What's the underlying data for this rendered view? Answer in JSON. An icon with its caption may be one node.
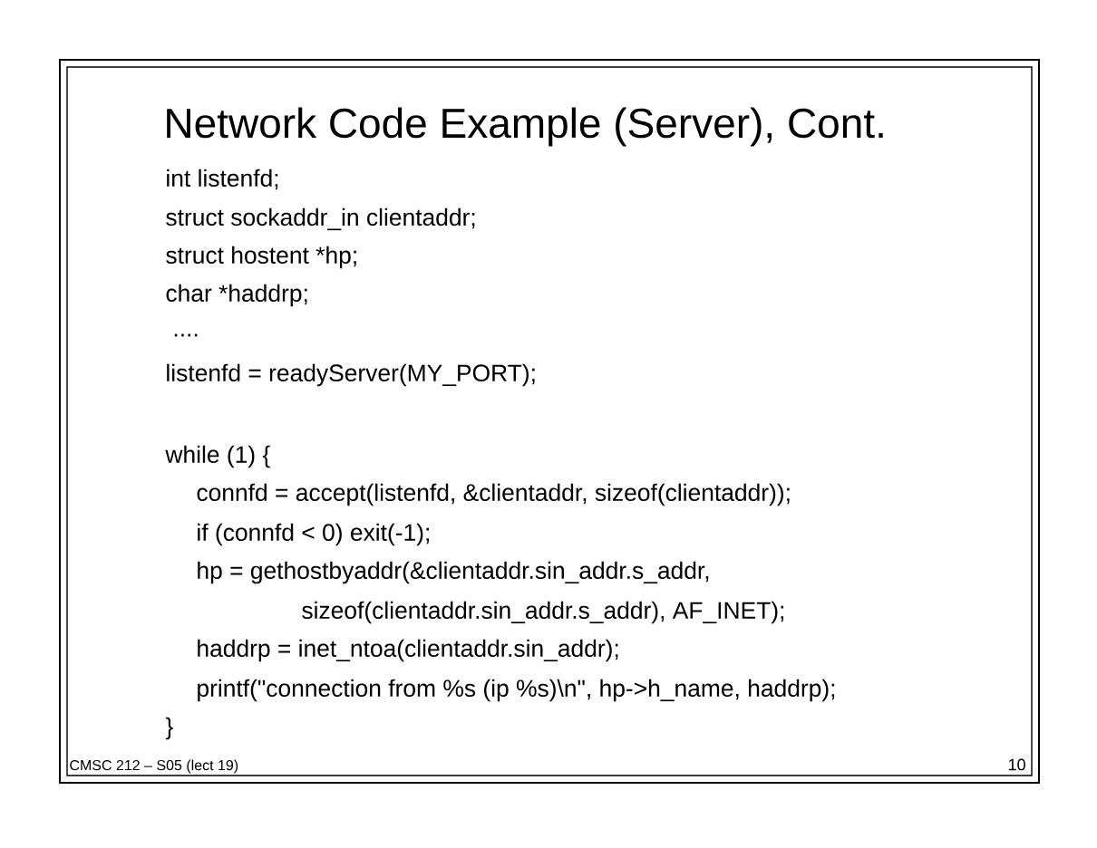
{
  "diagram": {
    "title": "Network Code Example (Server), Cont.",
    "labels": [
      "int listenfd;",
      "struct sockaddr_in clientaddr;",
      "struct hostent *hp;",
      "char *haddrp;",
      "....",
      "listenfd = readyServer(MY_PORT);",
      "while (1) {",
      "connfd = accept(listenfd, &clientaddr, sizeof(clientaddr));",
      "if (connfd < 0) exit(-1);",
      "hp = gethostbyaddr(&clientaddr.sin_addr.s_addr,",
      "sizeof(clientaddr.sin_addr.s_addr), AF_INET);",
      "haddrp = inet_ntoa(clientaddr.sin_addr);",
      "printf(\"connection from %s (ip %s)\\n\", hp->h_name, haddrp);",
      "}",
      "CMSC 212 – S05 (lect 19)",
      "10"
    ]
  }
}
